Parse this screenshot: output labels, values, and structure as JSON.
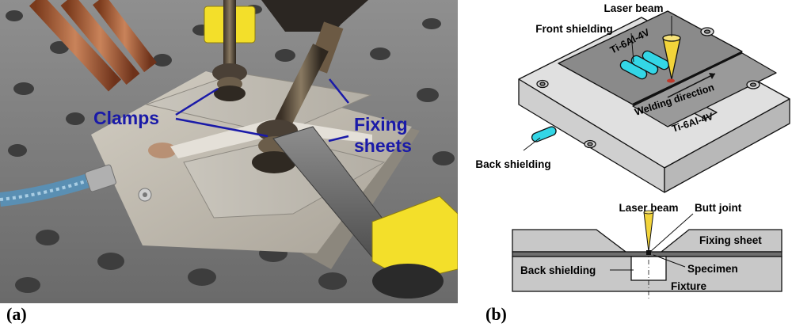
{
  "panels": {
    "a": {
      "label": "(a)",
      "annotations": {
        "clamps": "Clamps",
        "fixing_line1": "Fixing",
        "fixing_line2": "sheets"
      }
    },
    "b": {
      "label": "(b)",
      "top": {
        "laser_beam": "Laser beam",
        "front_shielding": "Front shielding",
        "alloy_top": "Ti-6Al-4V",
        "alloy_bottom": "Ti-6Al-4V",
        "welding_direction": "Welding direction",
        "back_shielding": "Back shielding"
      },
      "section": {
        "laser_beam": "Laser beam",
        "butt_joint": "Butt joint",
        "fixing_sheet": "Fixing sheet",
        "back_shielding": "Back shielding",
        "specimen": "Specimen",
        "fixture": "Fixture"
      }
    }
  },
  "colors": {
    "annotation_blue": "#1a1aa8",
    "gas_cyan": "#33d6e6",
    "laser_yellow": "#f2d43a",
    "clamp_yellow": "#f3df2a"
  }
}
